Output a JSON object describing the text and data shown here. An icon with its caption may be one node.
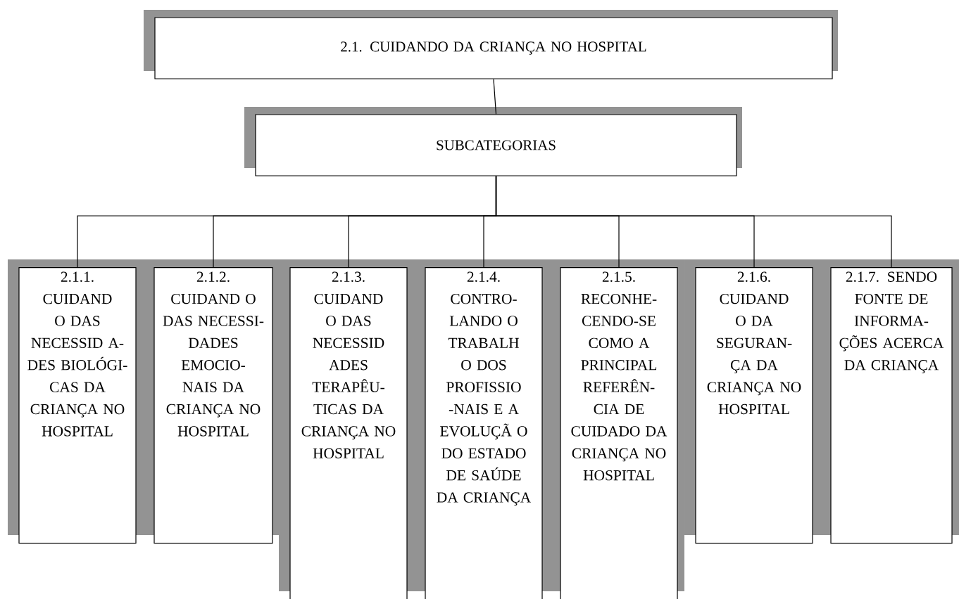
{
  "diagram": {
    "nodes": [
      {
        "text": [
          "2.1. CUIDANDO DA CRIANÇA NO HOSPITAL"
        ]
      },
      {
        "text": [
          "SUBCATEGORIAS"
        ]
      },
      {
        "text": [
          "2.1.1. CUIDAND O DAS NECESSID A-DES BIOLÓGI- CAS DA CRIANÇA NO HOSPITAL"
        ]
      },
      {
        "text": [
          "2.1.2. CUIDAND O DAS NECESSI- DADES EMOCIO- NAIS DA CRIANÇA NO HOSPITAL"
        ]
      },
      {
        "text": [
          "2.1.3. CUIDAND O DAS NECESSID ADES TERAPÊU- TICAS DA CRIANÇA NO HOSPITAL"
        ]
      },
      {
        "text": [
          "2.1.4. CONTRO- LANDO O TRABALH O DOS PROFISSIO -NAIS E A EVOLUÇÃ O DO ESTADO DE SAÚDE DA CRIANÇA"
        ]
      },
      {
        "text": [
          "2.1.5. RECONHE- CENDO-SE COMO A PRINCIPAL REFERÊN- CIA DE CUIDADO DA CRIANÇA NO HOSPITAL"
        ]
      },
      {
        "text": [
          "2.1.6. CUIDAND O DA SEGURAN- ÇA DA CRIANÇA NO HOSPITAL"
        ]
      },
      {
        "text": [
          "2.1.7. SENDO FONTE DE INFORMA- ÇÕES ACERCA DA CRIANÇA"
        ]
      }
    ],
    "edges": [
      {
        "from": 0,
        "to": 1,
        "arrow": "none"
      },
      {
        "from": 1,
        "to": 2,
        "arrow": "none"
      },
      {
        "from": 1,
        "to": 3,
        "arrow": "none"
      },
      {
        "from": 1,
        "to": 4,
        "arrow": "none"
      },
      {
        "from": 1,
        "to": 5,
        "arrow": "none"
      },
      {
        "from": 1,
        "to": 6,
        "arrow": "none"
      },
      {
        "from": 1,
        "to": 7,
        "arrow": "none"
      },
      {
        "from": 1,
        "to": 8,
        "arrow": "none"
      }
    ]
  }
}
